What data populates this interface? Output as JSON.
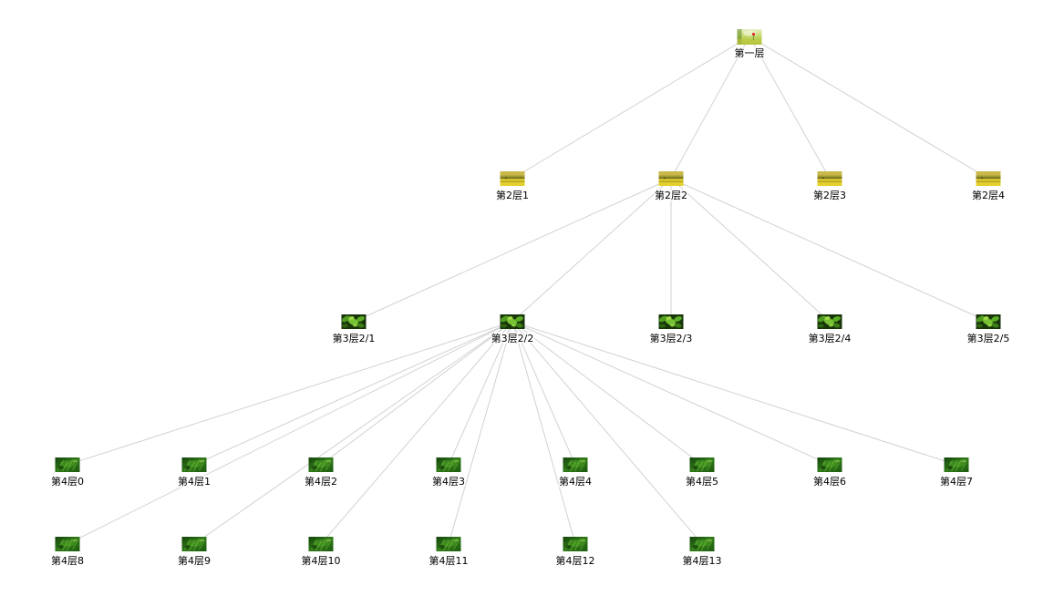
{
  "diagram": {
    "colors": {
      "background": "#ffffff",
      "edge": "#d2d2d2",
      "label": "#000000"
    },
    "root": {
      "label": "第一层",
      "image": "field-flower-photo",
      "children": [
        {
          "label": "第2层1",
          "image": "rapeseed-field-photo",
          "children": []
        },
        {
          "label": "第2层2",
          "image": "rapeseed-field-photo",
          "children": [
            {
              "label": "第3层2/1",
              "image": "green-leaves-photo",
              "children": []
            },
            {
              "label": "第3层2/2",
              "image": "green-leaves-photo",
              "children": [
                {
                  "label": "第4层0",
                  "image": "green-grass-photo"
                },
                {
                  "label": "第4层1",
                  "image": "green-grass-photo"
                },
                {
                  "label": "第4层2",
                  "image": "green-grass-photo"
                },
                {
                  "label": "第4层3",
                  "image": "green-grass-photo"
                },
                {
                  "label": "第4层4",
                  "image": "green-grass-photo"
                },
                {
                  "label": "第4层5",
                  "image": "green-grass-photo"
                },
                {
                  "label": "第4层6",
                  "image": "green-grass-photo"
                },
                {
                  "label": "第4层7",
                  "image": "green-grass-photo"
                },
                {
                  "label": "第4层8",
                  "image": "green-grass-photo"
                },
                {
                  "label": "第4层9",
                  "image": "green-grass-photo"
                },
                {
                  "label": "第4层10",
                  "image": "green-grass-photo"
                },
                {
                  "label": "第4层11",
                  "image": "green-grass-photo"
                },
                {
                  "label": "第4层12",
                  "image": "green-grass-photo"
                },
                {
                  "label": "第4层13",
                  "image": "green-grass-photo"
                }
              ]
            },
            {
              "label": "第3层2/3",
              "image": "green-leaves-photo",
              "children": []
            },
            {
              "label": "第3层2/4",
              "image": "green-leaves-photo",
              "children": []
            },
            {
              "label": "第3层2/5",
              "image": "green-leaves-photo",
              "children": []
            }
          ]
        },
        {
          "label": "第2层3",
          "image": "rapeseed-field-photo",
          "children": []
        },
        {
          "label": "第2层4",
          "image": "rapeseed-field-photo",
          "children": []
        }
      ]
    }
  }
}
